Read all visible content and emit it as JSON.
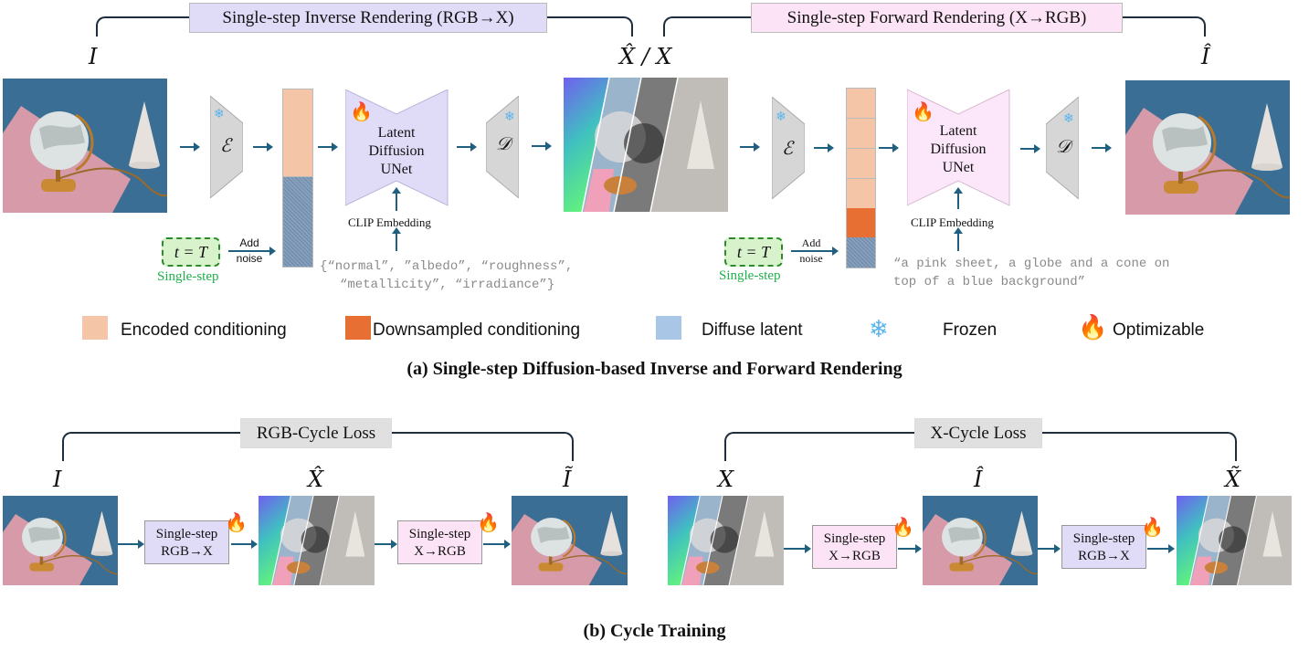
{
  "part_a": {
    "inverse_title": "Single-step Inverse Rendering (RGB→X)",
    "forward_title": "Single-step Forward Rendering (X→RGB)",
    "label_input": "I",
    "label_mid": "X̂ / X",
    "label_output": "Î",
    "encoder_symbol": "ℰ",
    "decoder_symbol": "𝒟",
    "unet_line1": "Latent",
    "unet_line2": "Diffusion",
    "unet_line3": "UNet",
    "clip_label": "CLIP Embedding",
    "timestep": "t = T",
    "single_step": "Single-step",
    "add": "Add",
    "noise": "noise",
    "inverse_prompt_line1": "{“normal”, ”albedo”, “roughness”,",
    "inverse_prompt_line2": "“metallicity”, “irradiance”}",
    "forward_prompt_line1": "“a pink sheet, a globe and a cone on",
    "forward_prompt_line2": "top of a blue background”",
    "caption": "(a) Single-step Diffusion-based Inverse and Forward Rendering"
  },
  "legend": {
    "encoded": "Encoded conditioning",
    "downsampled": "Downsampled conditioning",
    "diffuse": "Diffuse latent",
    "frozen": "Frozen",
    "optimizable": "Optimizable",
    "icons": {
      "frozen": "snowflake-icon",
      "optimizable": "flame-icon"
    }
  },
  "part_b": {
    "rgb_cycle_title": "RGB-Cycle Loss",
    "x_cycle_title": "X-Cycle Loss",
    "labels": [
      "I",
      "X̂",
      "Ĩ",
      "X",
      "Î",
      "X̃"
    ],
    "ops": [
      {
        "line1": "Single-step",
        "line2": "RGB→X"
      },
      {
        "line1": "Single-step",
        "line2": "X→RGB"
      },
      {
        "line1": "Single-step",
        "line2": "X→RGB"
      },
      {
        "line1": "Single-step",
        "line2": "RGB→X"
      }
    ],
    "caption": "(b) Cycle Training"
  },
  "colors": {
    "inverse_purple": "#e0dcf8",
    "forward_pink": "#fce4f6",
    "encoded_peach": "#f5c5a8",
    "downsampled_orange": "#e86f33",
    "diffuse_blue": "#a9c6e6",
    "arrow": "#1f5f7f",
    "single_step_green": "#1eb04a"
  }
}
